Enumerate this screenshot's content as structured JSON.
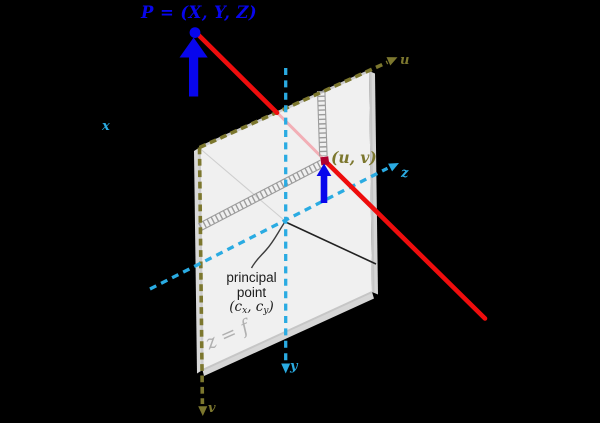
{
  "diagram": {
    "world_point_label": "P = (X, Y, Z)",
    "image_point_label": "(u, v)",
    "principal_point_label": {
      "line1": "principal",
      "line2": "point",
      "coords_prefix": "(c",
      "coords_sub_x": "x",
      "coords_separator": ", c",
      "coords_sub_y": "y",
      "coords_suffix": ")"
    },
    "focal_plane_label": "z = f",
    "camera_axes": {
      "x": "x",
      "y": "y",
      "z": "z"
    },
    "image_axes": {
      "u": "u",
      "v": "v"
    },
    "colors": {
      "world_point_blue": "#0806ec",
      "projection_ray_red": "#ee0d0d",
      "ray_behind_plane_pink": "#f2afb6",
      "camera_axis_cyan": "#2aabe2",
      "image_axis_olive": "#7c772e",
      "image_plane_fill": "#f0f0f0",
      "background": "#000000"
    }
  }
}
